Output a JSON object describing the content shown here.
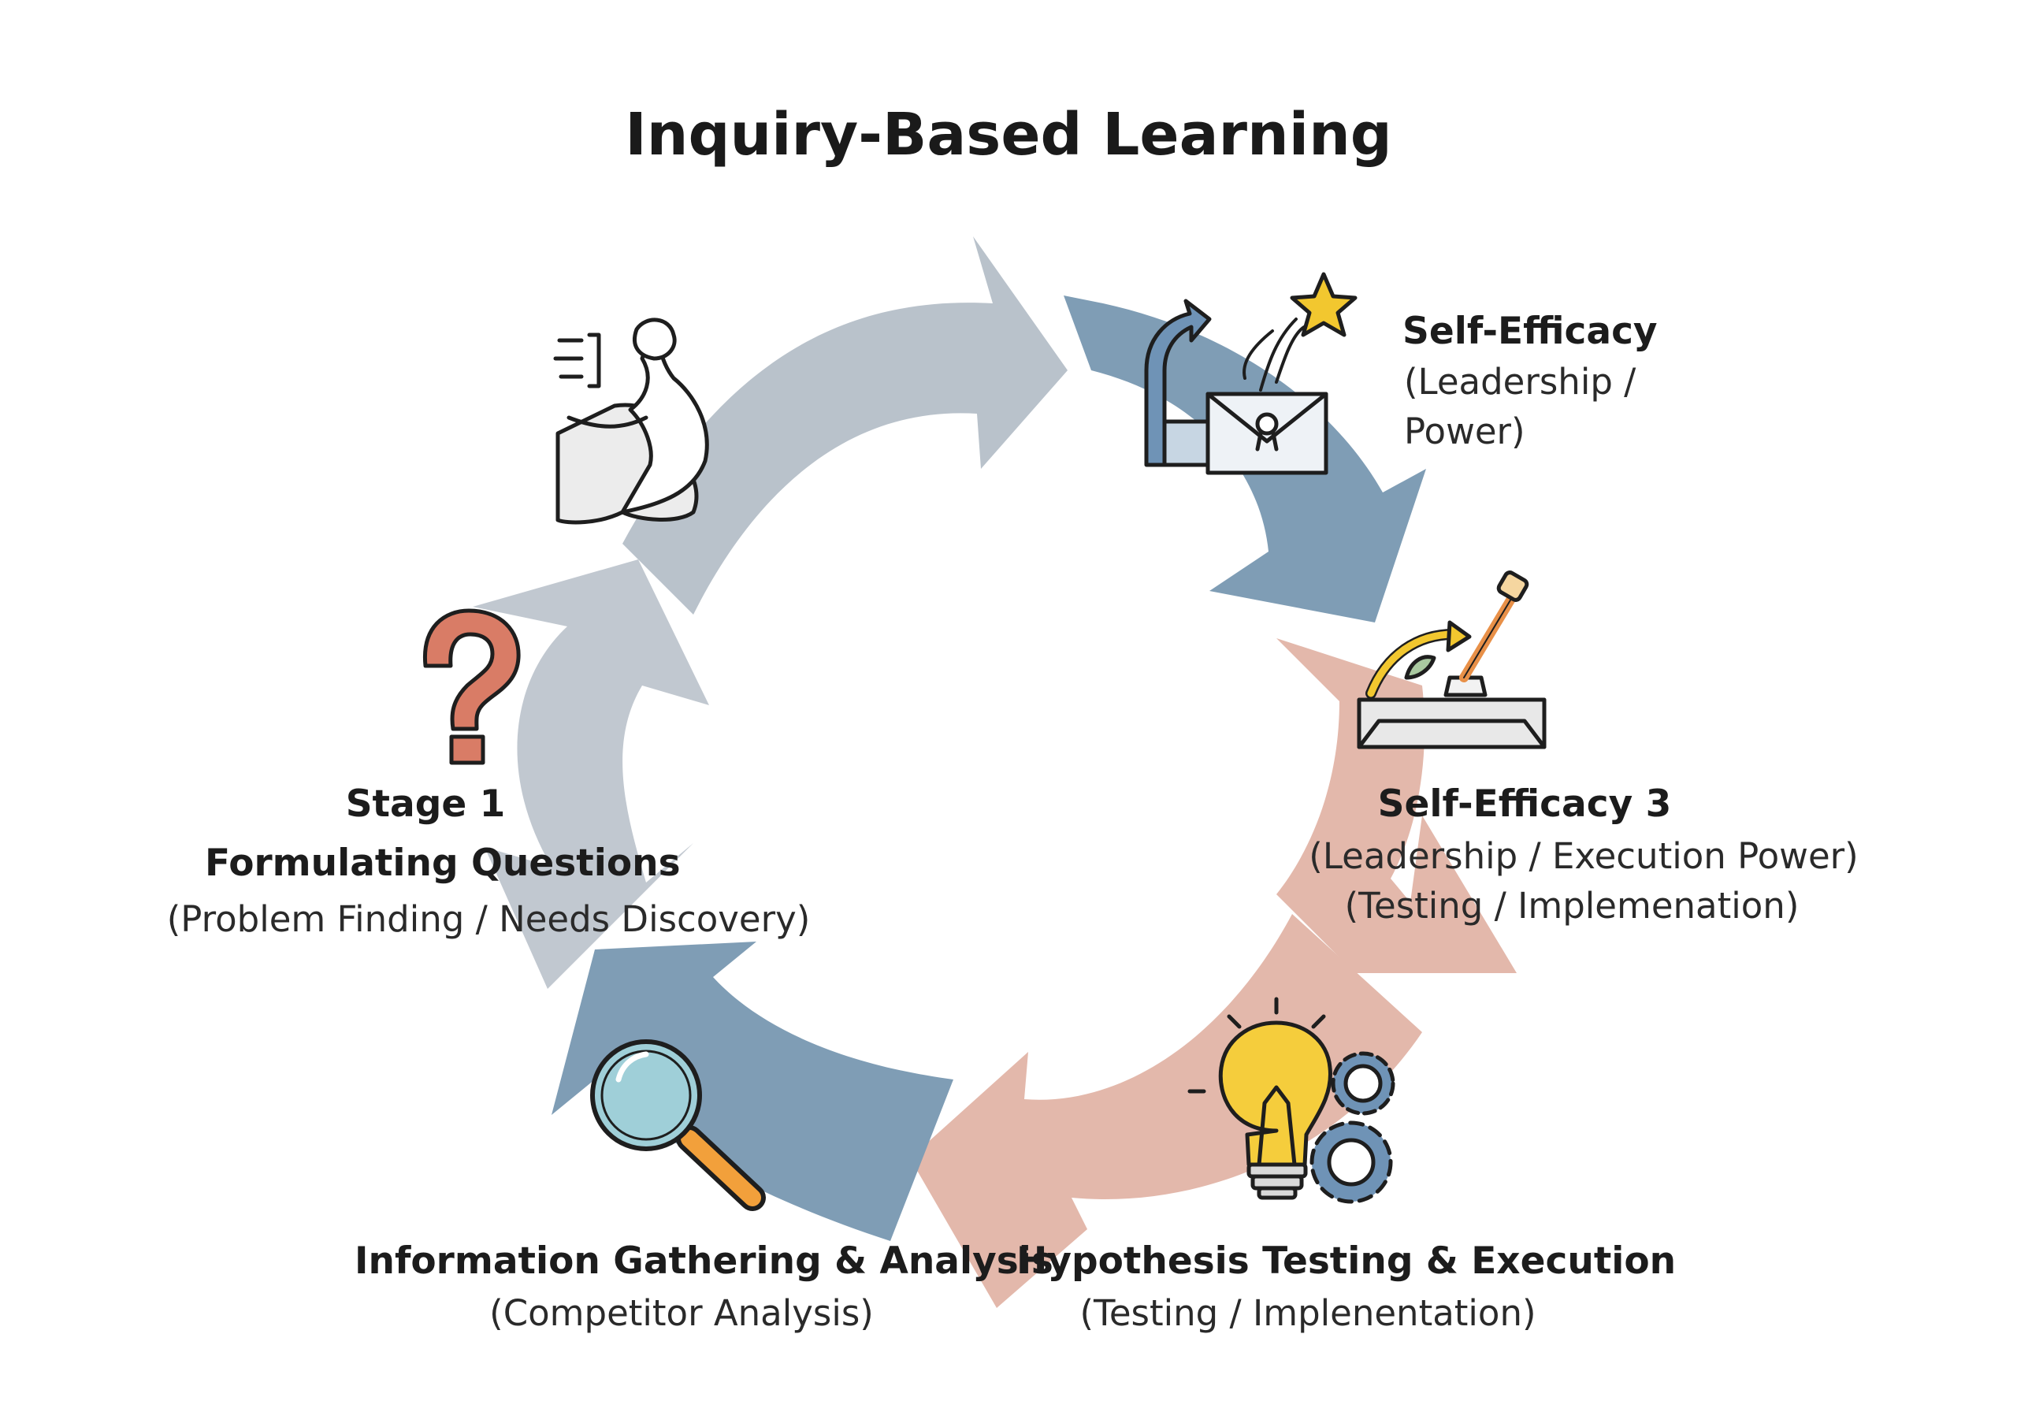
{
  "title": "Inquiry-Based Learning",
  "colors": {
    "gray": "#b9c2cb",
    "blue": "#7f9db5",
    "pink": "#e3b8ab",
    "question": "#d97c66",
    "bulb": "#f5cd3c",
    "star": "#f2c72f",
    "magnifier_lens": "#9fcfd8",
    "magnifier_handle": "#f2a03b",
    "gear": "#6f93b6"
  },
  "stages": {
    "stage1": {
      "label": "Stage 1",
      "heading": "Formulating Questions",
      "subtitle": "(Problem Finding / Needs Discovery)",
      "icon": "question-mark-icon"
    },
    "self_efficacy": {
      "heading": "Self-Efficacy",
      "subtitle_line1": "(Leadership /",
      "subtitle_line2": "Power)",
      "icon": "growth-arrow-certificate-star-icon"
    },
    "self_efficacy_3": {
      "heading": "Self-Efficacy 3",
      "subtitle_line1": "(Leadership / Execution Power)",
      "subtitle_line2": "(Testing / Implemenation)",
      "icon": "lever-machine-icon"
    },
    "hypothesis": {
      "heading": "Hypothesis Testing & Execution",
      "subtitle": "(Testing / Implenentation)",
      "icon": "lightbulb-gears-icon"
    },
    "info": {
      "heading": "Information Gathering & Analysis",
      "subtitle": "(Competitor Analysis)",
      "icon": "magnifying-glass-icon"
    },
    "top_left": {
      "icon": "flexed-arm-icon"
    }
  }
}
